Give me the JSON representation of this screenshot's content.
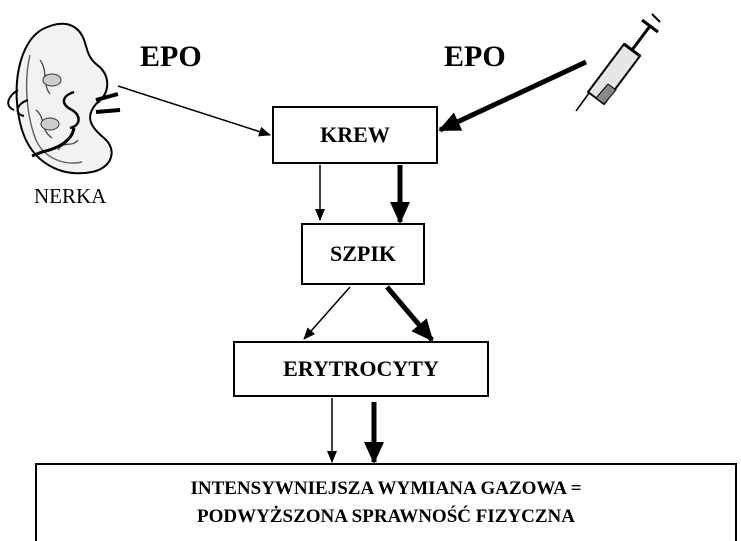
{
  "diagram": {
    "epo_left": "EPO",
    "epo_right": "EPO",
    "kidney_label": "NERKA",
    "blood": "KREW",
    "marrow": "SZPIK",
    "erythrocytes": "ERYTROCYTY",
    "result_line1": "INTENSYWNIEJSZA WYMIANA GAZOWA =",
    "result_line2": "PODWYŻSZONA SPRAWNOŚĆ FIZYCZNA"
  }
}
